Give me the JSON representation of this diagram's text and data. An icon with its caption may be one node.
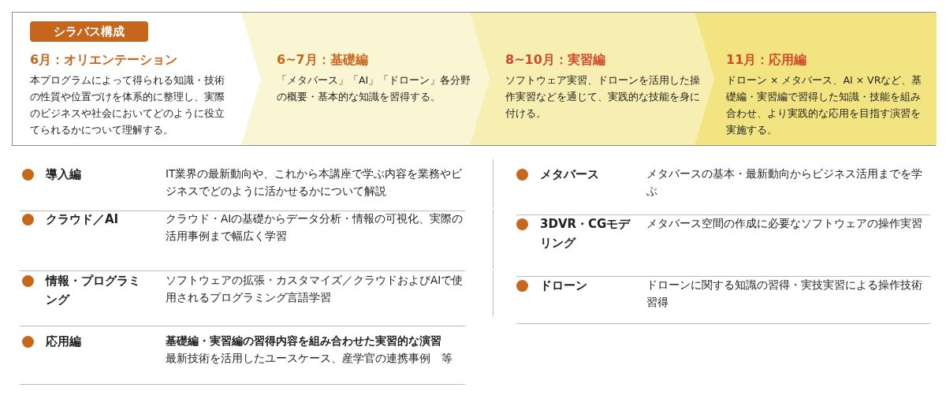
{
  "diagram": {
    "nodes": [
      {
        "text": [
          "6月：オリエンテーション",
          "本プログラムによって得られる知識・技術の性質や位置づけを体系的に整理し、実際のビジネスや社会においてどのように役立てられるかについて理解する。"
        ]
      },
      {
        "text": [
          "シラバス構成"
        ],
        "in": 0
      },
      {
        "text": [
          "6~7月：基礎編",
          "「メタバース」「AI」「ドローン」各分野の概要・基本的な知識を習得する。"
        ],
        "in": 0
      },
      {
        "text": [
          "8~10月：実習編",
          "ソフトウェア実習、ドローンを活用した操作実習などを通じて、実践的な技能を身に付ける。"
        ],
        "in": 0
      },
      {
        "text": [
          "11月：応用編",
          "ドローン × メタバース、AI × VRなど、基礎編・実習編で習得した知識・技能を組み合わせ、より実践的な応用を目指す演習を実施する。"
        ],
        "in": 0
      }
    ],
    "edges": [],
    "labels": [
      "導入編",
      "IT業界の最新動向や、これから本講座で学ぶ内容を業務やビジネスでどのように活かせるかについて解説",
      "クラウド／AI",
      "クラウド・AIの基礎からデータ分析・情報の可視化、実際の活用事例まで幅広く学習",
      "情報・プログラミング",
      "ソフトウェアの拡張・カスタマイズ／クラウドおよびAIで使用されるプログラミング言語学習",
      "応用編",
      "**基礎編・実習編の習得内容を組み合わせた実習的な演習**最新技術を活用したユースケース、産学官の連携事例　等",
      "メタバース",
      "メタバースの基本・最新動向からビジネス活用までを学ぶ",
      "3DVR・CGモデリング",
      "メタバース空間の作成に必要なソフトウェアの操作実習",
      "ドローン",
      "ドローンに関する知識の習得・実技実習による操作技術習得"
    ]
  }
}
